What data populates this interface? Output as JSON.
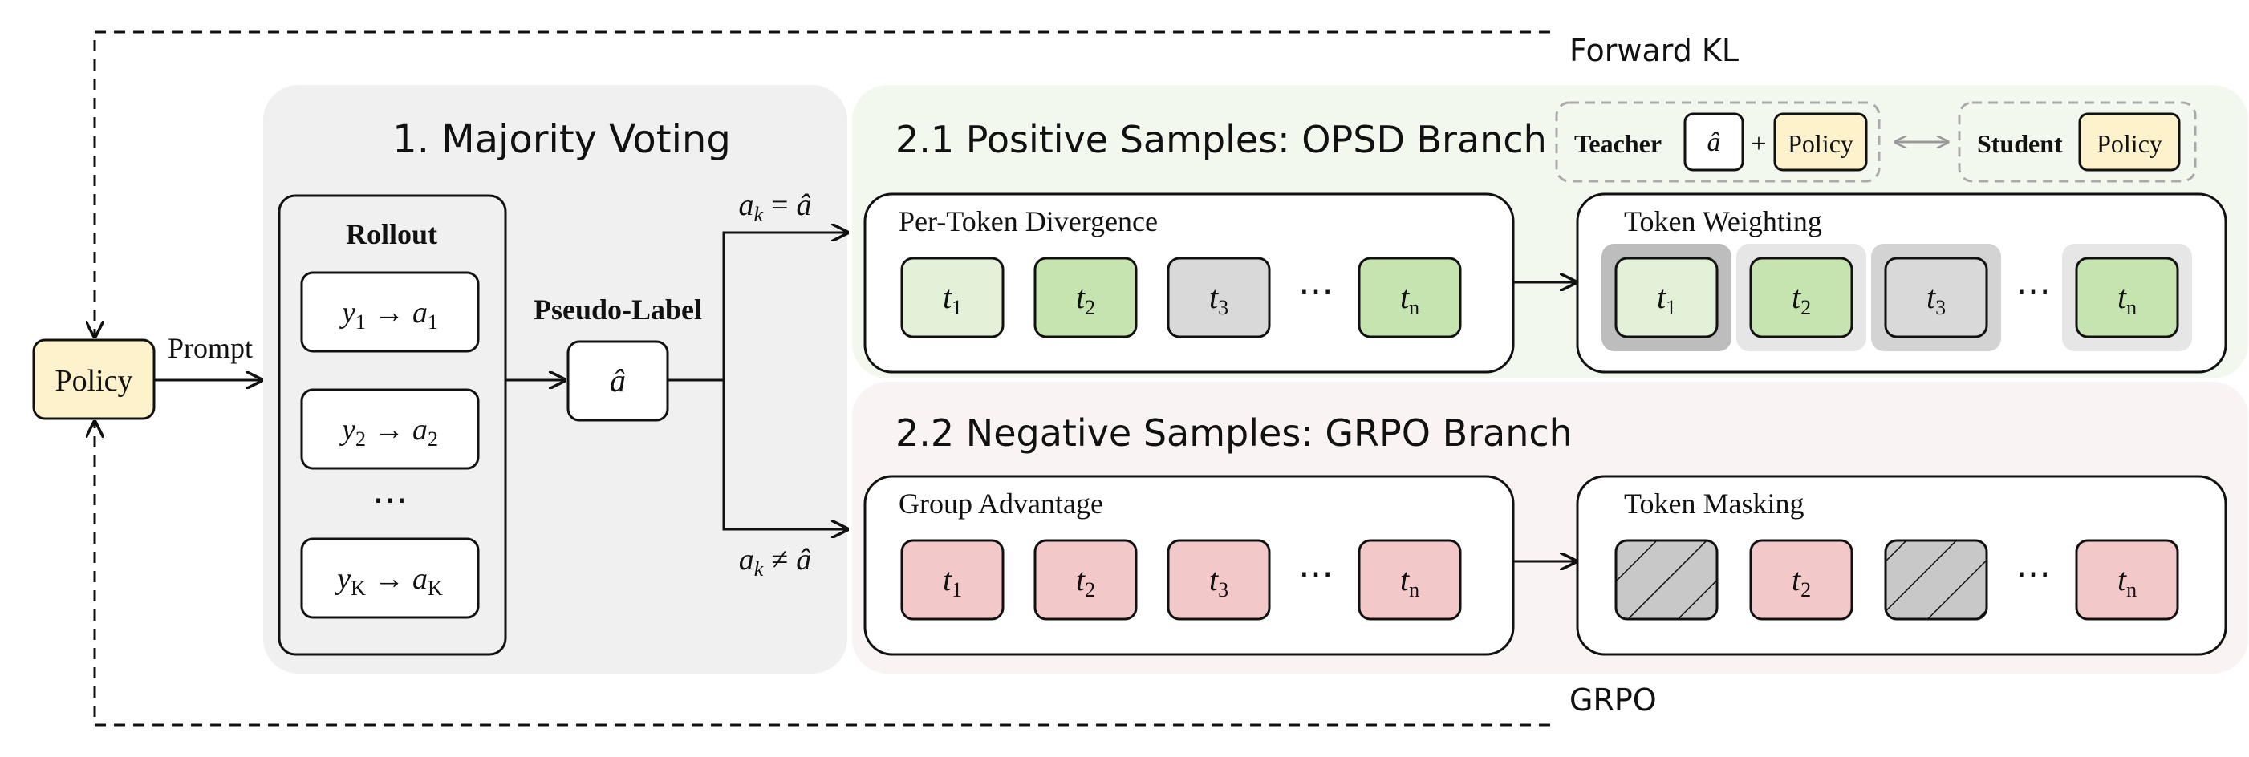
{
  "loop_labels": {
    "top": "Forward KL",
    "bottom": "GRPO"
  },
  "policy": {
    "label": "Policy",
    "prompt_label": "Prompt"
  },
  "majority_voting": {
    "title": "1. Majority Voting",
    "rollout": {
      "title": "Rollout",
      "items": [
        {
          "y": "y",
          "y_sub": "1",
          "a": "a",
          "a_sub": "1"
        },
        {
          "y": "y",
          "y_sub": "2",
          "a": "a",
          "a_sub": "2"
        },
        {
          "y": "y",
          "y_sub": "K",
          "a": "a",
          "a_sub": "K"
        }
      ],
      "arrow": "→",
      "ellipsis": "⋯"
    },
    "pseudo_label": {
      "title": "Pseudo-Label",
      "value": "â"
    }
  },
  "conditions": {
    "positive": {
      "a": "a",
      "sub": "k",
      "rel": "=",
      "value": "â"
    },
    "negative": {
      "a": "a",
      "sub": "k",
      "rel": "≠",
      "value": "â"
    }
  },
  "positive_branch": {
    "title": "2.1 Positive Samples: OPSD Branch",
    "teacher": {
      "label": "Teacher",
      "hat": "â",
      "plus": "+",
      "policy": "Policy"
    },
    "exchange_arrow": "⟺",
    "student": {
      "label": "Student",
      "policy": "Policy"
    },
    "divergence": {
      "title": "Per-Token Divergence",
      "tokens": [
        {
          "t": "t",
          "sub": "1",
          "color": "#e3f1d8"
        },
        {
          "t": "t",
          "sub": "2",
          "color": "#c6e4b0"
        },
        {
          "t": "t",
          "sub": "3",
          "color": "#d9d9d9"
        },
        {
          "t": "t",
          "sub": "n",
          "color": "#c6e4b0"
        }
      ],
      "ellipsis": "⋯"
    },
    "weighting": {
      "title": "Token Weighting",
      "tokens": [
        {
          "t": "t",
          "sub": "1",
          "color": "#e3f1d8",
          "backdrop": "#bdbdbd"
        },
        {
          "t": "t",
          "sub": "2",
          "color": "#c6e4b0",
          "backdrop": "#e6e6e6"
        },
        {
          "t": "t",
          "sub": "3",
          "color": "#d9d9d9",
          "backdrop": "#d3d3d3"
        },
        {
          "t": "t",
          "sub": "n",
          "color": "#c6e4b0",
          "backdrop": "#e6e6e6"
        }
      ],
      "ellipsis": "⋯"
    }
  },
  "negative_branch": {
    "title": "2.2 Negative Samples: GRPO Branch",
    "advantage": {
      "title": "Group Advantage",
      "tokens": [
        {
          "t": "t",
          "sub": "1"
        },
        {
          "t": "t",
          "sub": "2"
        },
        {
          "t": "t",
          "sub": "3"
        },
        {
          "t": "t",
          "sub": "n"
        }
      ],
      "ellipsis": "⋯"
    },
    "masking": {
      "title": "Token Masking",
      "tokens": [
        {
          "t": "",
          "sub": "",
          "masked": true
        },
        {
          "t": "t",
          "sub": "2",
          "masked": false
        },
        {
          "t": "",
          "sub": "",
          "masked": true
        },
        {
          "t": "t",
          "sub": "n",
          "masked": false
        }
      ],
      "ellipsis": "⋯"
    }
  },
  "colors": {
    "policy_fill": "#fdf2cc",
    "negative_token": "#f2c8c8",
    "masked_token": "#c8c8c8",
    "voting_panel": "#f0f0f0",
    "positive_panel": "#f3f8ee",
    "negative_panel": "#faf3f3"
  }
}
